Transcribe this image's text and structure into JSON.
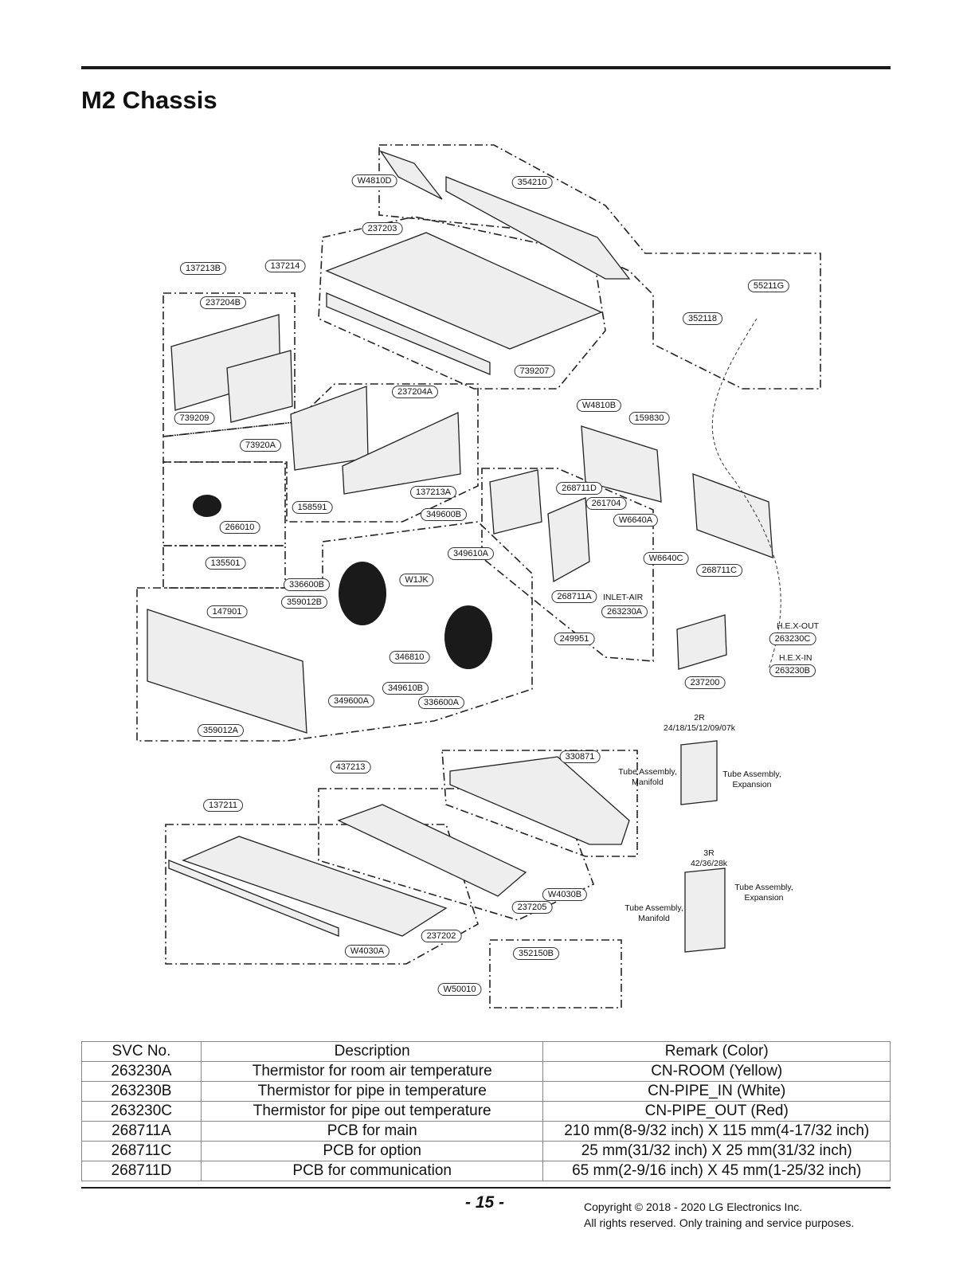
{
  "page": {
    "title": "M2 Chassis",
    "page_number": "- 15 -",
    "copyright_line1": "Copyright © 2018 - 2020 LG Electronics Inc.",
    "copyright_line2": "All rights reserved. Only training and service purposes."
  },
  "diagram": {
    "part_labels": [
      "W4810D",
      "354210",
      "237203",
      "137214",
      "137213B",
      "237204B",
      "55211G",
      "352118",
      "739207",
      "237204A",
      "W4810B",
      "159830",
      "739209",
      "73920A",
      "137213A",
      "268711D",
      "261704",
      "W6640A",
      "158591",
      "349600B",
      "266010",
      "349610A",
      "W6640C",
      "268711C",
      "135501",
      "W1JK",
      "336600B",
      "268711A",
      "359012B",
      "263230A",
      "147901",
      "249951",
      "263230C",
      "346810",
      "263230B",
      "349610B",
      "237200",
      "349600A",
      "336600A",
      "359012A",
      "330871",
      "437213",
      "137211",
      "W4030B",
      "237205",
      "237202",
      "W4030A",
      "352150B",
      "W50010"
    ],
    "text_notes": {
      "inlet_air": "INLET-AIR",
      "hex_out": "H.E.X-OUT",
      "hex_in": "H.E.X-IN",
      "coil_2r_title": "2R",
      "coil_2r_models": "24/18/15/12/09/07k",
      "coil_3r_title": "3R",
      "coil_3r_models": "42/36/28k",
      "tube_manifold": "Tube Assembly,\nManifold",
      "tube_expansion": "Tube Assembly,\nExpansion"
    }
  },
  "table": {
    "headers": [
      "SVC No.",
      "Description",
      "Remark (Color)"
    ],
    "rows": [
      [
        "263230A",
        "Thermistor for room air temperature",
        "CN-ROOM (Yellow)"
      ],
      [
        "263230B",
        "Thermistor for pipe in temperature",
        "CN-PIPE_IN (White)"
      ],
      [
        "263230C",
        "Thermistor for pipe out temperature",
        "CN-PIPE_OUT (Red)"
      ],
      [
        "268711A",
        "PCB for main",
        "210 mm(8-9/32 inch) X 115 mm(4-17/32 inch)"
      ],
      [
        "268711C",
        "PCB for option",
        "25 mm(31/32 inch) X 25 mm(31/32 inch)"
      ],
      [
        "268711D",
        "PCB for communication",
        "65 mm(2-9/16 inch) X 45 mm(1-25/32 inch)"
      ]
    ]
  }
}
